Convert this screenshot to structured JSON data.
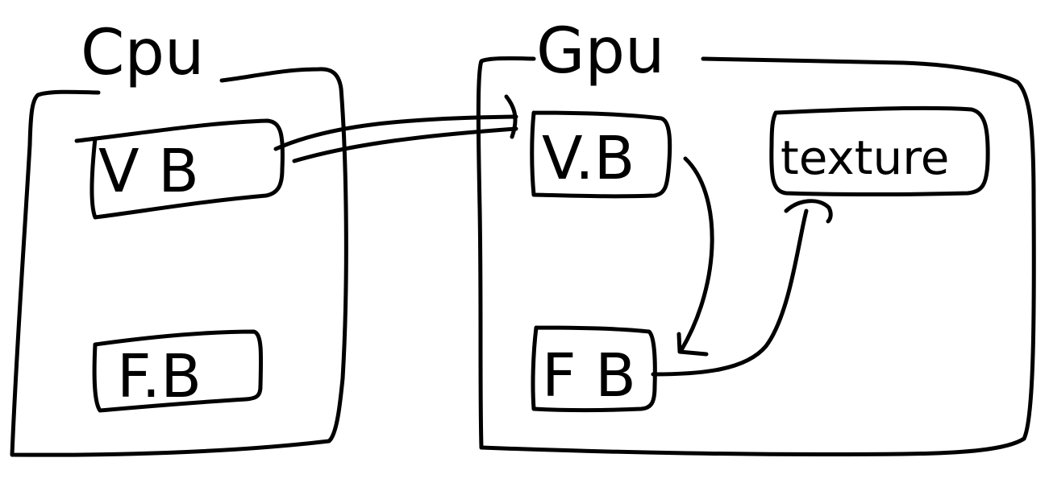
{
  "diagram": {
    "cpu": {
      "title": "Cpu",
      "vb_label": "V B",
      "fb_label": "F.B"
    },
    "gpu": {
      "title": "Gpu",
      "vb_label": "V.B",
      "fb_label": "F B",
      "texture_label": "texture"
    }
  },
  "colors": {
    "ink": "#000000",
    "background": "#ffffff"
  }
}
